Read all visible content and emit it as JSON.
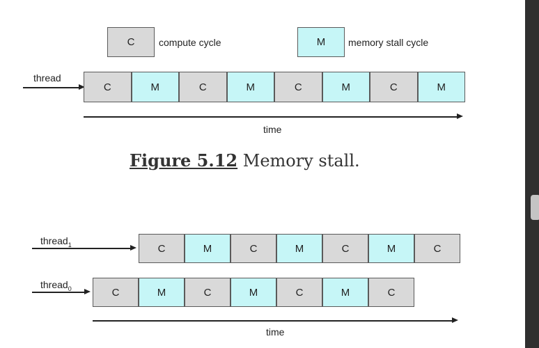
{
  "legend": {
    "compute_symbol": "C",
    "compute_label": "compute cycle",
    "memory_symbol": "M",
    "memory_label": "memory stall cycle"
  },
  "figure1": {
    "thread_label": "thread",
    "cells": [
      "C",
      "M",
      "C",
      "M",
      "C",
      "M",
      "C",
      "M"
    ],
    "axis_label": "time"
  },
  "caption": {
    "figure_ref": "Figure 5.12",
    "text": "Memory stall."
  },
  "figure2": {
    "thread1_label": "thread",
    "thread1_sub": "1",
    "thread1_cells": [
      "C",
      "M",
      "C",
      "M",
      "C",
      "M",
      "C"
    ],
    "thread0_label": "thread",
    "thread0_sub": "0",
    "thread0_cells": [
      "C",
      "M",
      "C",
      "M",
      "C",
      "M",
      "C"
    ],
    "axis_label": "time"
  },
  "colors": {
    "compute": "#d9d9d9",
    "memory": "#c6f6f7"
  }
}
